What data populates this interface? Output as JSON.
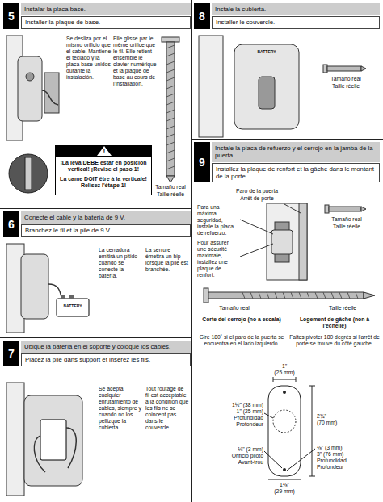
{
  "diagram": {
    "nodes": [
      {
        "text": [
          "5",
          "Instalar la placa base.",
          "Installer la plaque de base."
        ]
      },
      {
        "text": [
          "¡La leva DEBE estar en posición vertical! ¡Revise el paso 1!",
          "La came DOIT être à la verticale! Relisez l'étape 1!"
        ]
      },
      {
        "text": [
          "6",
          "Conecte el cable y la batería de 9 V.",
          "Branchez le fil et la pile de 9 V."
        ]
      },
      {
        "text": [
          "7",
          "Ubique la batería en el soporte y coloque los cables.",
          "Placez la pile dans support et insérez les fils."
        ]
      },
      {
        "text": [
          "8",
          "Instale la cubierta.",
          "Installer le couvercle."
        ]
      },
      {
        "text": [
          "9",
          "Instale la placa de refuerzo y el cerrojo en la jamba de la puerta.",
          "Installez la plaque de renfort et la gâche dans le montant de la porte."
        ]
      }
    ],
    "labels": [
      "Se desliza por el mismo orificio que el cable. Mantiene el teclado y la placa base unidos durante la instalación.",
      "Elle glisse par le même orifice que le fil. Elle retient ensemble le clavier numérique et la plaque de base au cours de l'installation.",
      "!",
      "Tamaño real",
      "Taille réelle",
      "La cerradura emitirá un pitido cuando se conecte la batería.",
      "La serrure émettra un bip lorsque la pile est branchée.",
      "BATTERY",
      "Se acepta cualquier enrutamiento de cables, siempre y cuando no los pellizque la cubierta.",
      "Tout routage de fil est acceptable à la condition que les fils ne se coincent pas dans le couvercle.",
      "BATTERY",
      "Tamaño real",
      "Taille réelle",
      "Paro de la puerta",
      "Arrêt de porte",
      "Para una máxima seguridad, instale la placa de refuerzo.",
      "Pour assurer une sécurité maximale, installez une plaque de renfort.",
      "Tamaño real",
      "Taille réelle",
      "Tamaño real",
      "Taille réelle",
      "Corte del cerrojo (no a escala)",
      "Logement de gâche (non à l'échelle)",
      "Gire 180˚ si el paro de la puerta se encuentra en el lado izquierdo.",
      "Faites pivoter 180 degrés si l'arrêt de porte se trouve du côté gauche.",
      "1\"",
      "(25 mm)",
      "1½\" (38 mm)",
      "1\" (25 mm)",
      "Profundidad",
      "Profondeur",
      "⅛\" (3 mm)",
      "Orificio piloto",
      "Avant-trou",
      "2¾\"",
      "(70 mm)",
      "⅛\" (3 mm)",
      "3\" (76 mm)",
      "Profundidad",
      "Profondeur",
      "1⅛\"",
      "(29 mm)"
    ]
  }
}
